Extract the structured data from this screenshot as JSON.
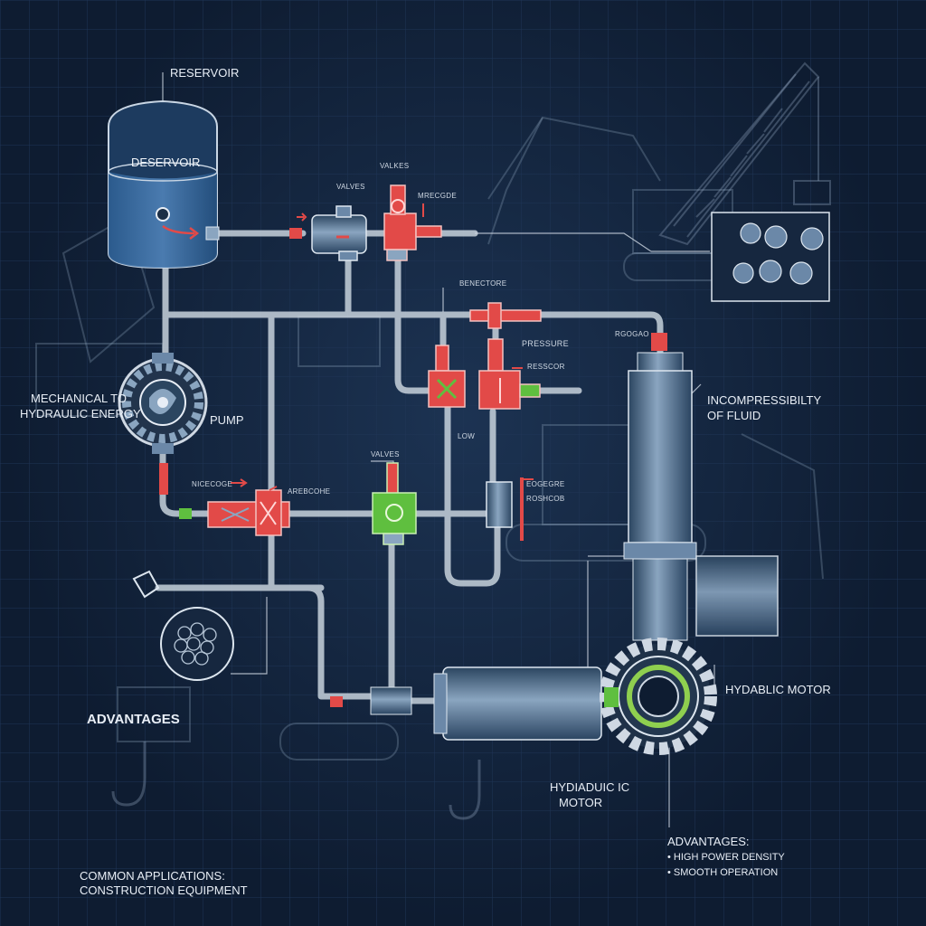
{
  "labels": {
    "reservoir_callout": "RESERVOIR",
    "reservoir_inner": "DESERVOIR",
    "valves_top": "VALVES",
    "valves_top_upper": "VALKES",
    "valve_top_note": "MRECGDE",
    "valve_mid_note": "BENECTORE",
    "pressure": "PRESSURE",
    "pressure_sub": "RESSCOR",
    "cylinder_top_note": "RGOGAO",
    "flow": "LOW",
    "mechanical_line1": "MECHANICAL TO",
    "mechanical_line2": "HYDRAULIC ENERGY",
    "pump": "PUMP",
    "incompress_line1": "INCOMPRESSIBILTY",
    "incompress_line2": "OF FLUID",
    "valves_lower": "VALVES",
    "pump_out_note1": "NICECOGE",
    "pump_out_note2": "AREBCOHE",
    "right_note1": "EOGEGRE",
    "right_note2": "ROSHCOB",
    "hydraulic_motor_right": "HYDABLIC MOTOR",
    "hydraulic_motor_lower_line1": "HYDIADUIC IC",
    "hydraulic_motor_lower_line2": "MOTOR",
    "advantages_left": "ADVANTAGES",
    "advantages_right": "ADVANTAGES:",
    "advantage_1": "• HIGH POWER DENSITY",
    "advantage_2": "• SMOOTH OPERATION",
    "applications_line1": "COMMON APPLICATIONS:",
    "applications_line2": "CONSTRUCTION EQUIPMENT"
  },
  "colors": {
    "background": "#0e1c31",
    "grid": "#1f3556",
    "pipe": "#c7d2dc",
    "valve_red": "#e24a48",
    "valve_green": "#5fbf3f",
    "glow": "#eaf6a8",
    "steel": "#4a6a8c",
    "text": "#e8eef6"
  },
  "icons": {
    "reservoir": "tank-icon",
    "pump": "gear-pump-icon",
    "motor": "gear-motor-icon",
    "crane": "crane-icon",
    "excavator": "excavator-icon",
    "hook": "hook-icon"
  }
}
